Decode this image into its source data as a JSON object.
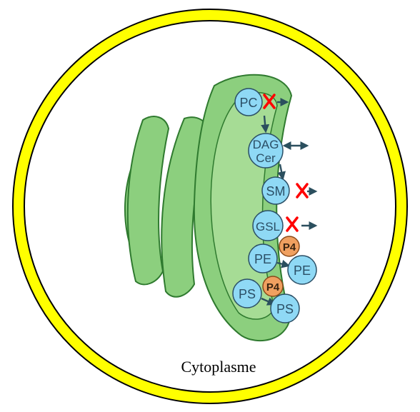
{
  "diagram": {
    "caption": "Cytoplasme",
    "lipids": {
      "pc": "PC",
      "dag": "DAG",
      "cer": "Cer",
      "sm": "SM",
      "gsl": "GSL",
      "pe_left": "PE",
      "pe_right": "PE",
      "ps_left": "PS",
      "ps_right": "PS"
    },
    "p4_labels": {
      "upper": "P4",
      "lower": "P4"
    },
    "colors": {
      "cell_ring": "#ffff00",
      "ring_outline": "#000000",
      "golgi_fill": "#8ccf7e",
      "golgi_inner": "#a6dc95",
      "golgi_outline": "#2f7a2f",
      "lipid_bubble": "#8fd9f5",
      "p4_bubble": "#f0a060",
      "arrow": "#2b4f5e",
      "block_mark": "#ff0000"
    },
    "icons": {
      "blocked_transfer": "red-x-icon",
      "transfer": "arrow-icon"
    }
  }
}
